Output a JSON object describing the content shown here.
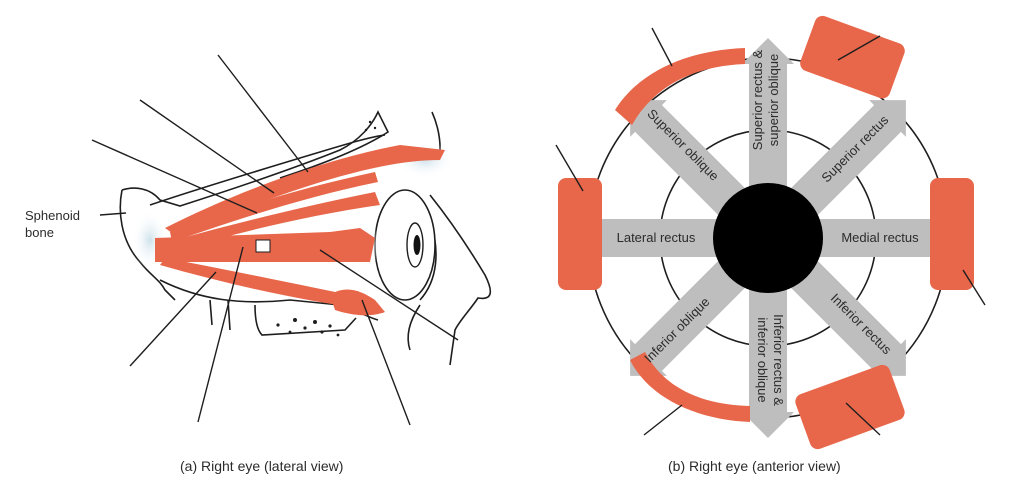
{
  "figure": {
    "panel_a": {
      "caption": "(a) Right eye (lateral view)",
      "labels": {
        "sphenoid_line1": "Sphenoid",
        "sphenoid_line2": "bone"
      }
    },
    "panel_b": {
      "caption": "(b) Right eye (anterior view)",
      "arrows": {
        "up_line1": "Superior rectus &",
        "up_line2": "superior oblique",
        "up_left": "Superior oblique",
        "up_right": "Superior rectus",
        "left": "Lateral rectus",
        "right": "Medial rectus",
        "down_left": "Inferior oblique",
        "down_right": "Inferior rectus",
        "down_line1": "Inferior rectus &",
        "down_line2": "inferior oblique"
      }
    },
    "colors": {
      "muscle": "#E8674A",
      "muscle_stripe": "#F39A82",
      "tendon": "#D7E6EE",
      "arrow": "#BEBEBE",
      "pupil": "#000000",
      "line": "#1e1e1e"
    }
  }
}
